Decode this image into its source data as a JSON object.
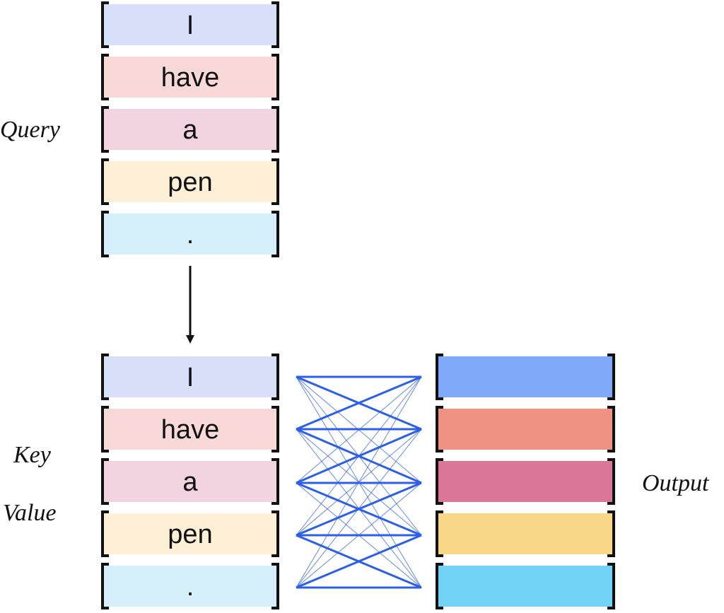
{
  "labels": {
    "query": "Query",
    "key": "Key",
    "value": "Value",
    "output": "Output"
  },
  "tokens": [
    "I",
    "have",
    "a",
    "pen",
    "."
  ],
  "colors": {
    "token_fills": [
      "#d7e0f8",
      "#f8d9d7",
      "#f1d4df",
      "#fdf0d6",
      "#d5effb"
    ],
    "output_fills": [
      "#7fa8f8",
      "#f09283",
      "#da7698",
      "#f8d887",
      "#72d2f5"
    ],
    "attention_lines": "#2d5fe6",
    "arrow": "#111111",
    "brackets": "#111111"
  },
  "attention": {
    "note": "strong links on same-row and adjacent-row connections",
    "weights_strong": [
      [
        0,
        0
      ],
      [
        0,
        1
      ],
      [
        1,
        1
      ],
      [
        1,
        0
      ],
      [
        1,
        2
      ],
      [
        2,
        2
      ],
      [
        2,
        1
      ],
      [
        2,
        3
      ],
      [
        3,
        3
      ],
      [
        3,
        2
      ],
      [
        3,
        4
      ],
      [
        4,
        4
      ],
      [
        4,
        3
      ]
    ]
  }
}
